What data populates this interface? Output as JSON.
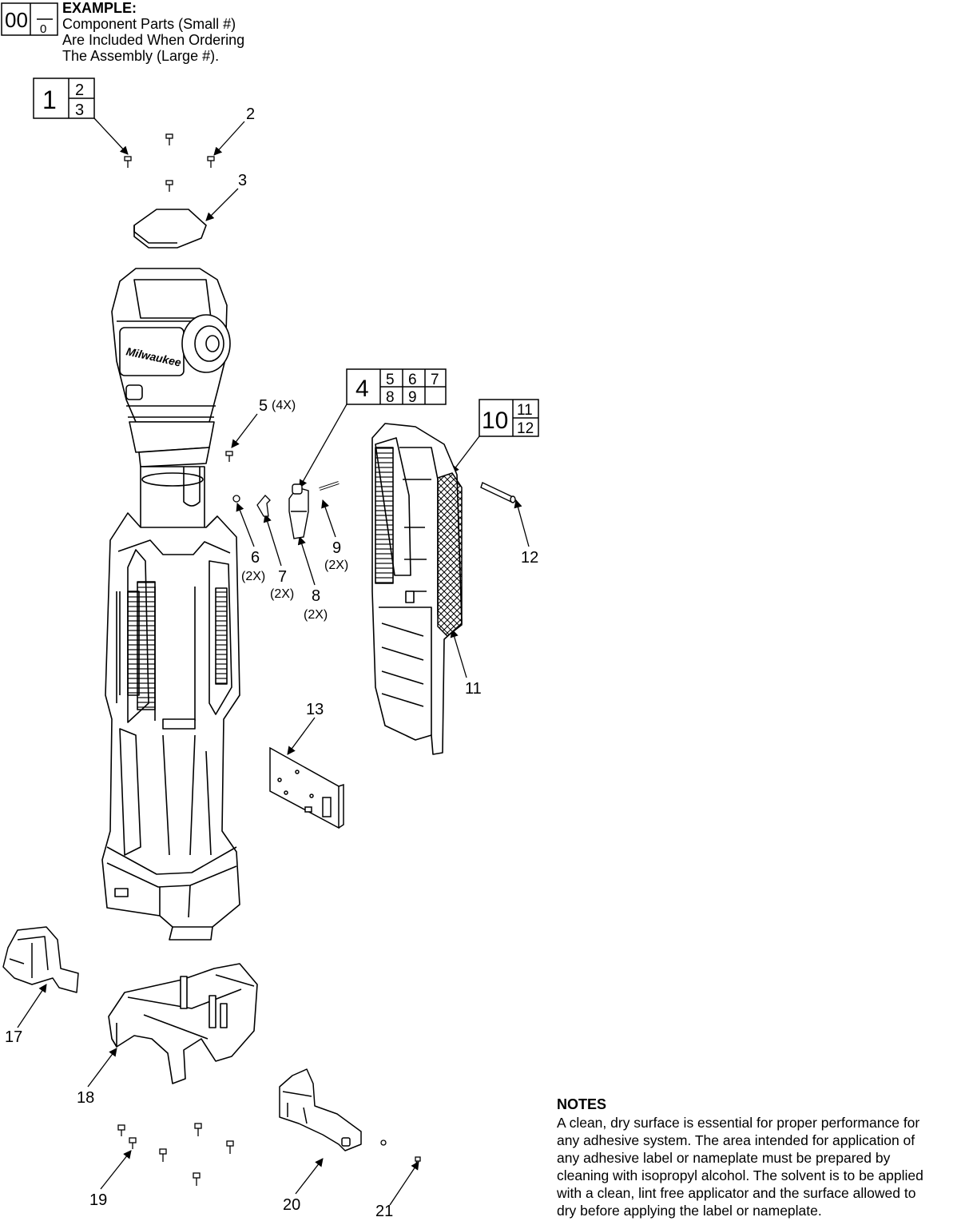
{
  "example": {
    "box_large": "00",
    "box_small": "0",
    "heading": "EXAMPLE:",
    "lines": [
      "Component Parts (Small #)",
      "Are Included When Ordering",
      "The Assembly (Large #)."
    ]
  },
  "assemblies": [
    {
      "large": "1",
      "small": [
        "2",
        "3"
      ]
    },
    {
      "large": "4",
      "small": [
        "5",
        "6",
        "7",
        "8",
        "9",
        ""
      ]
    },
    {
      "large": "10",
      "small": [
        "11",
        "12"
      ]
    }
  ],
  "callouts": [
    {
      "label": "2"
    },
    {
      "label": "3"
    },
    {
      "label": "5",
      "qty": "(4X)"
    },
    {
      "label": "6",
      "qty": "(2X)"
    },
    {
      "label": "7",
      "qty": "(2X)"
    },
    {
      "label": "8",
      "qty": "(2X)"
    },
    {
      "label": "9",
      "qty": "(2X)"
    },
    {
      "label": "11"
    },
    {
      "label": "12"
    },
    {
      "label": "13"
    },
    {
      "label": "17"
    },
    {
      "label": "18"
    },
    {
      "label": "19"
    },
    {
      "label": "20"
    },
    {
      "label": "21"
    }
  ],
  "notes": {
    "heading": "NOTES",
    "lines": [
      "A clean, dry surface is essential for proper performance for",
      "any adhesive system. The area intended for application of",
      "any adhesive label or nameplate must be prepared by",
      "cleaning with isopropyl alcohol. The solvent is to be applied",
      "with a clean, lint free applicator and the surface allowed to",
      "dry before applying the label or nameplate."
    ]
  }
}
